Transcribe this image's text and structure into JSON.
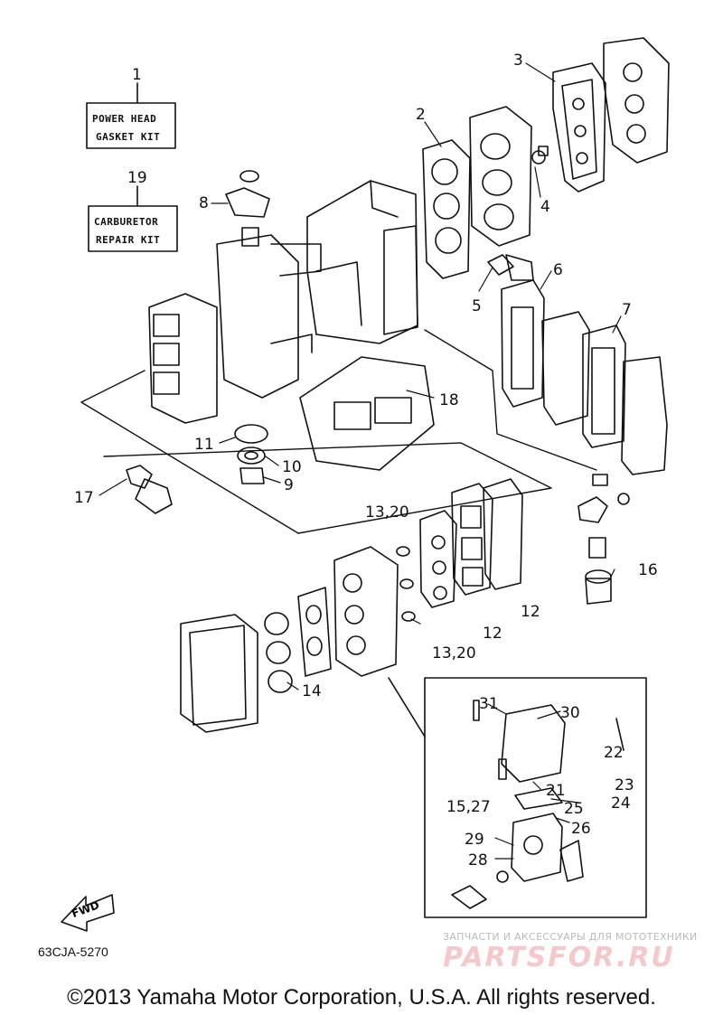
{
  "kits": [
    {
      "callout": "1",
      "lines": [
        "POWER HEAD",
        "GASKET KIT"
      ]
    },
    {
      "callout": "19",
      "lines": [
        "CARBURETOR",
        "REPAIR KIT"
      ]
    }
  ],
  "callouts": [
    "2",
    "3",
    "4",
    "5",
    "6",
    "7",
    "8",
    "9",
    "10",
    "11",
    "12",
    "12",
    "13,20",
    "13,20",
    "14",
    "15,27",
    "16",
    "17",
    "18",
    "21",
    "22",
    "23",
    "24",
    "25",
    "26",
    "28",
    "29",
    "30",
    "31"
  ],
  "fwd_label": "FWD",
  "part_number": "63CJA-5270",
  "copyright": "©2013 Yamaha Motor Corporation, U.S.A. All rights reserved.",
  "watermark": {
    "tagline": "ЗАПЧАСТИ И АКСЕССУАРЫ ДЛЯ МОТОТЕХНИКИ",
    "logo": "PARTSFOR.RU"
  }
}
